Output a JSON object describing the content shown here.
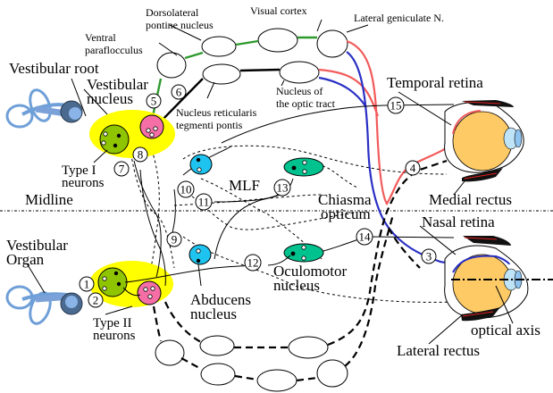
{
  "title": "Vestibular and visual pathways controlling eye movements",
  "colors": {
    "vestibular_nucleus": "#ffff00",
    "type_i_neuron": "#8fc400",
    "type_ii_neuron": "#f56fa6",
    "abducens": "#1ec3f0",
    "oculomotor": "#00c28e",
    "eyeball": "#fdca66",
    "lens": "#bfe3f7",
    "temporal_path": "#f25a5a",
    "nasal_path": "#2a2fc4",
    "cortical_path": "#2e9a2e",
    "muscle": "#d82020",
    "labyrinth": "#6f9fd8"
  },
  "labels": {
    "dorsolateral_1": "Dorsolateral",
    "dorsolateral_2": "pontine nucleus",
    "visual_cortex": "Visual cortex",
    "lateral_geniculate": "Lateral geniculate N.",
    "ventral_1": "Ventral",
    "ventral_2": "paraflocculus",
    "vestibular_root": "Vestibular root",
    "vestibular_nucleus_1": "Vestibular",
    "vestibular_nucleus_2": "nucleus",
    "nucleus_optic_1": "Nucleus of",
    "nucleus_optic_2": "the optic tract",
    "nrtp_1": "Nucleus reticularis",
    "nrtp_2": "tegmenti pontis",
    "temporal_retina": "Temporal retina",
    "type_i_1": "Type I",
    "type_i_2": "neurons",
    "mlf": "MLF",
    "midline": "Midline",
    "chiasma_1": "Chiasma",
    "chiasma_2": "opticum",
    "medial_rectus": "Medial rectus",
    "nasal_retina": "Nasal retina",
    "vestibular_organ_1": "Vestibular",
    "vestibular_organ_2": "Organ",
    "type_ii_1": "Type II",
    "type_ii_2": "neurons",
    "abducens_1": "Abducens",
    "abducens_2": "nucleus",
    "oculomotor_1": "Oculomotor",
    "oculomotor_2": "nucleus",
    "optical_axis": "optical axis",
    "lateral_rectus": "Lateral rectus"
  },
  "pathway_numbers": [
    "1",
    "2",
    "3",
    "4",
    "5",
    "6",
    "7",
    "8",
    "9",
    "10",
    "11",
    "12",
    "13",
    "14",
    "15"
  ]
}
